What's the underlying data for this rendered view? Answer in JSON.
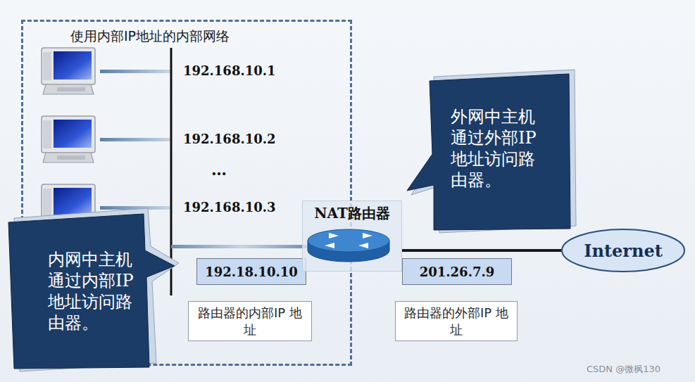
{
  "diagram": {
    "nodes": [
      {
        "text": [
          "使用内部IP地址的内部网络"
        ]
      },
      {
        "text": [
          "外网中主机 通过外部IP 地址访问路由器。"
        ]
      },
      {
        "text": [
          "NAT路由器"
        ]
      },
      {
        "text": [
          "Internet"
        ]
      },
      {
        "text": [
          "内网中主机 通过内部IP 地址访问路由器。"
        ]
      },
      {
        "text": [
          "192.18.10.10"
        ],
        "in": 0
      },
      {
        "text": [
          "路由器的内部IP 地址"
        ],
        "in": 0
      },
      {
        "text": [
          "201.26.7.9"
        ]
      },
      {
        "text": [
          "路由器的外部IP 地址"
        ]
      }
    ],
    "edges": [
      {
        "from": 2,
        "to": 3,
        "arrow": "none"
      }
    ],
    "labels": [
      "192.168.10.1",
      "192.168.10.2",
      "…",
      "192.168.10.3",
      "CSDN @微枫130"
    ]
  }
}
